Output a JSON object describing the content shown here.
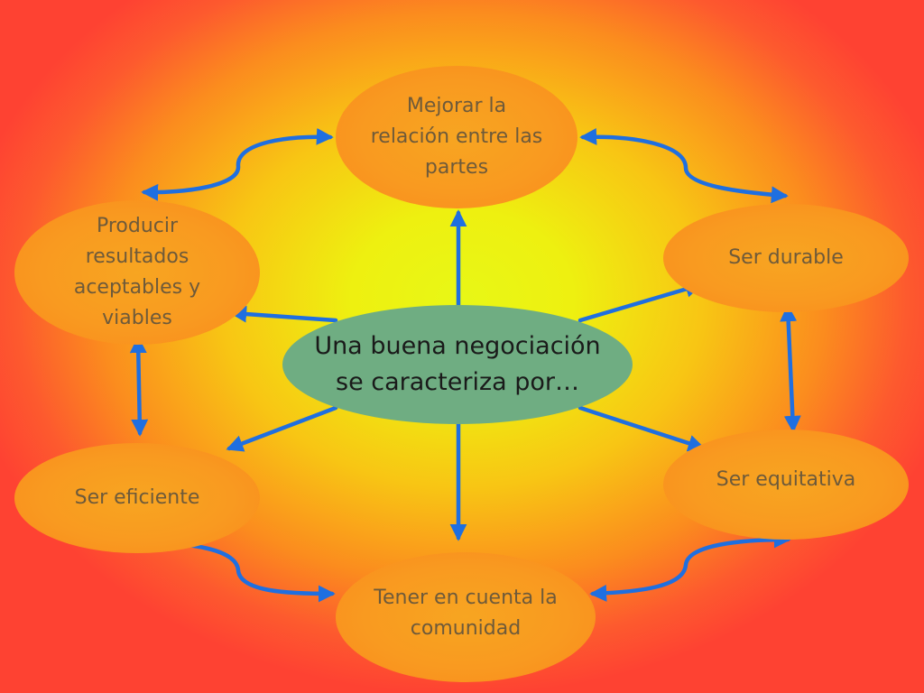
{
  "diagram": {
    "center": {
      "line1": "Una buena negociación",
      "line2": "se caracteriza por…"
    },
    "nodes": {
      "top": {
        "line1": "Mejorar la",
        "line2": "relación entre las",
        "line3": "partes"
      },
      "upper_left": {
        "line1": "Producir",
        "line2": "resultados",
        "line3": "aceptables y",
        "line4": "viables"
      },
      "upper_right": {
        "line1": "Ser durable"
      },
      "lower_left": {
        "line1": "Ser eficiente"
      },
      "lower_right": {
        "line1": "Ser equitativa"
      },
      "bottom": {
        "line1": "Tener en cuenta la",
        "line2": "comunidad"
      }
    },
    "colors": {
      "background_center": "#e8f716",
      "background_edge": "#fe4232",
      "node_fill": "#f99a20",
      "node_text": "#6e5a3a",
      "center_fill": "#6fad82",
      "arrow": "#1f6fe0"
    }
  }
}
